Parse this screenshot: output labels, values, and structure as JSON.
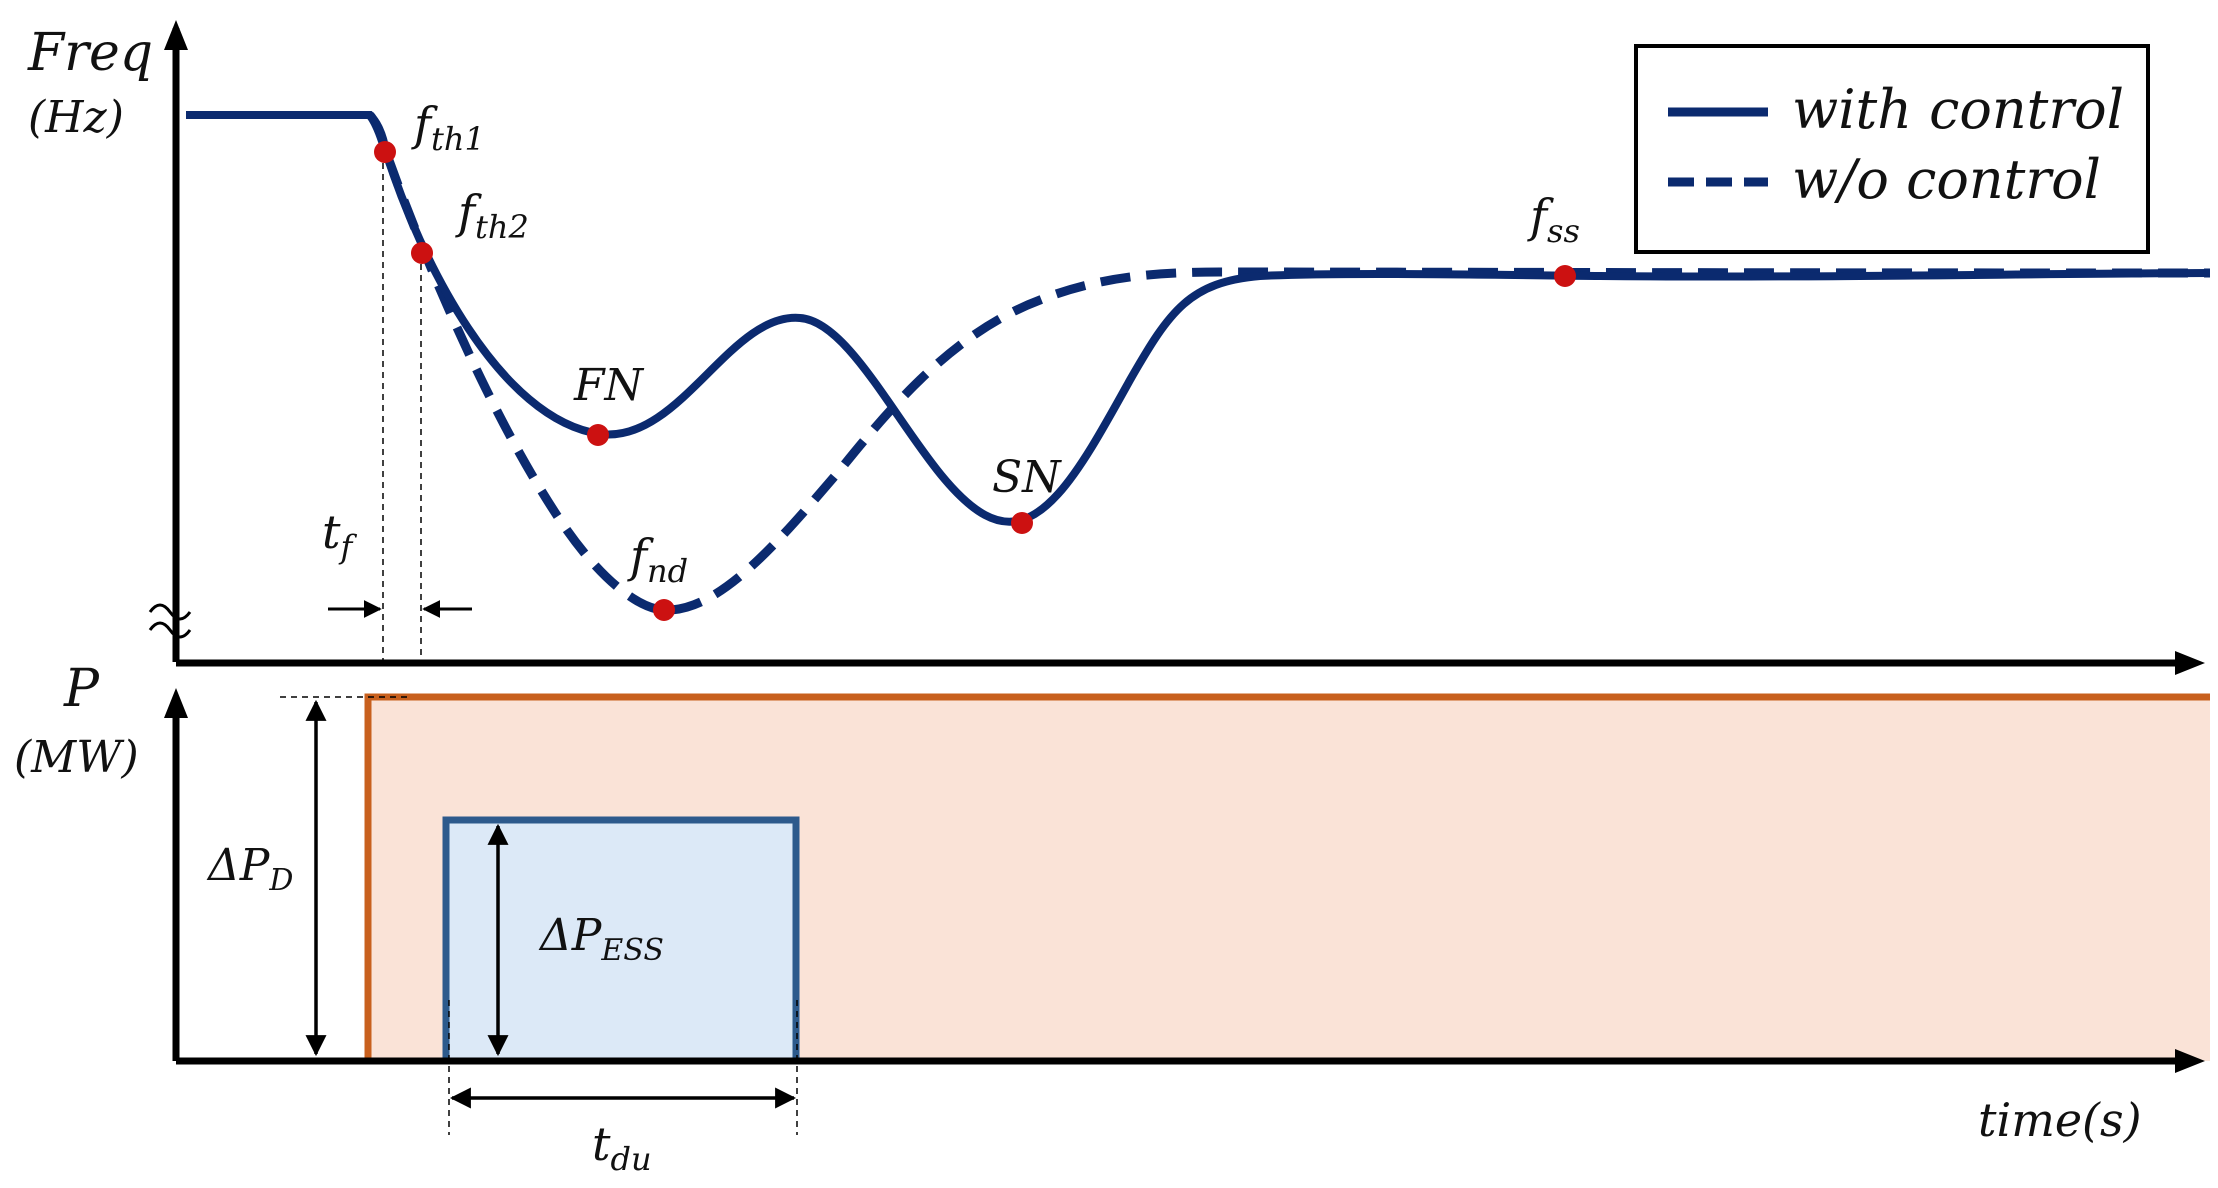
{
  "axes": {
    "freq_label": "Freq",
    "freq_unit": "(Hz)",
    "power_label": "P",
    "power_unit": "(MW)",
    "time_label": "time(s)"
  },
  "legend": {
    "with_control": "with control",
    "without_control": "w/o control"
  },
  "annotations": {
    "fth1": {
      "main": "f",
      "sub": "th1"
    },
    "fth2": {
      "main": "f",
      "sub": "th2"
    },
    "fn": "FN",
    "sn": "SN",
    "fnd": {
      "main": "f",
      "sub": "nd"
    },
    "fss": {
      "main": "f",
      "sub": "ss"
    },
    "tf": {
      "main": "t",
      "sub": "f"
    },
    "delta_pd": {
      "main": "ΔP",
      "sub": "D"
    },
    "delta_pess": {
      "main": "ΔP",
      "sub": "ESS"
    },
    "tdu": {
      "main": "t",
      "sub": "du"
    }
  },
  "colors": {
    "curve": "#0b2a6f",
    "marker": "#cc1111",
    "disturbance_line": "#c8601e",
    "disturbance_fill": "#fae3d7",
    "ess_border": "#2d5a8c",
    "ess_fill": "#dce9f7",
    "axis": "#000000"
  }
}
